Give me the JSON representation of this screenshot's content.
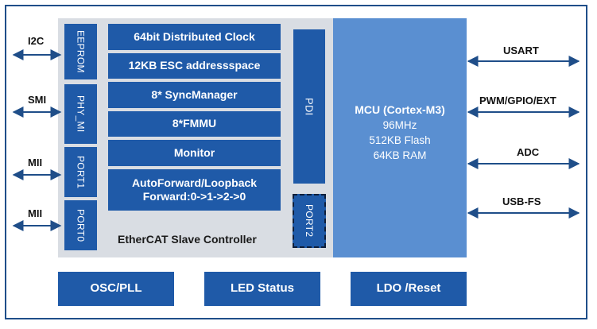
{
  "colors": {
    "block_blue": "#1f5aa8",
    "mcu_blue": "#5a8fd1",
    "esc_gray": "#d9dde3",
    "frame": "#1f4e89"
  },
  "left_interfaces": [
    {
      "label": "I2C"
    },
    {
      "label": "SMI"
    },
    {
      "label": "MII"
    },
    {
      "label": "MII"
    }
  ],
  "left_ports": [
    {
      "label": "EEPROM"
    },
    {
      "label": "PHY_MI"
    },
    {
      "label": "PORT1"
    },
    {
      "label": "PORT0"
    }
  ],
  "esc": {
    "title": "EtherCAT Slave Controller",
    "blocks": [
      {
        "label": "64bit Distributed Clock"
      },
      {
        "label": "12KB ESC addressspace"
      },
      {
        "label": "8* SyncManager"
      },
      {
        "label": "8*FMMU"
      },
      {
        "label": "Monitor"
      },
      {
        "label": "AutoForward/Loopback\nForward:0->1->2->0"
      }
    ],
    "pdi": "PDI",
    "port2": "PORT2"
  },
  "mcu": {
    "title": "MCU (Cortex-M3)",
    "lines": [
      "96MHz",
      "512KB Flash",
      "64KB RAM"
    ]
  },
  "right_interfaces": [
    {
      "label": "USART"
    },
    {
      "label": "PWM/GPIO/EXT"
    },
    {
      "label": "ADC"
    },
    {
      "label": "USB-FS"
    }
  ],
  "bottom_blocks": [
    {
      "label": "OSC/PLL"
    },
    {
      "label": "LED Status"
    },
    {
      "label": "LDO /Reset"
    }
  ]
}
